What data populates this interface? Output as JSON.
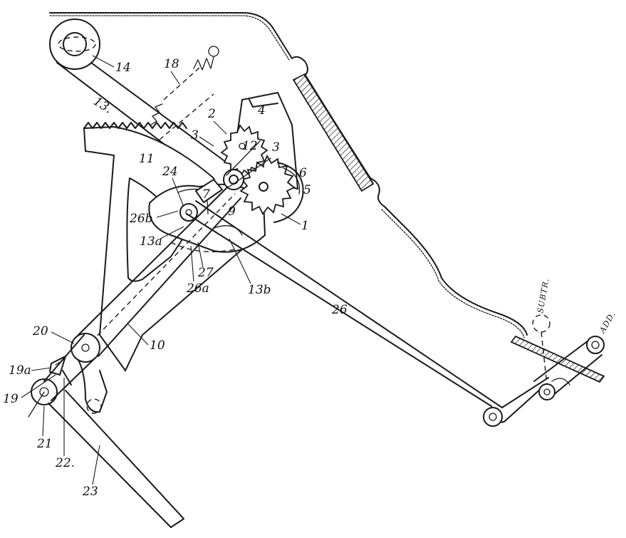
{
  "labels": {
    "n1": "1",
    "n2": "2",
    "n3a": "3",
    "n3b": "3",
    "n4": "4",
    "n5": "5",
    "n6": "6",
    "n7": "7",
    "n9": "9",
    "n10": "10",
    "n11": "11",
    "n12": "12",
    "n13": "13.",
    "n13a": "13a",
    "n13b": "13b",
    "n14": "14",
    "n18": "18",
    "n19": "19",
    "n19a": "19a",
    "n20": "20",
    "n21": "21",
    "n22": "22.",
    "n23": "23",
    "n24": "24",
    "n26": "26",
    "n26a": "26a",
    "n26b": "26b",
    "n27": "27",
    "subtr": "SUBTR.",
    "add": "ADD."
  }
}
